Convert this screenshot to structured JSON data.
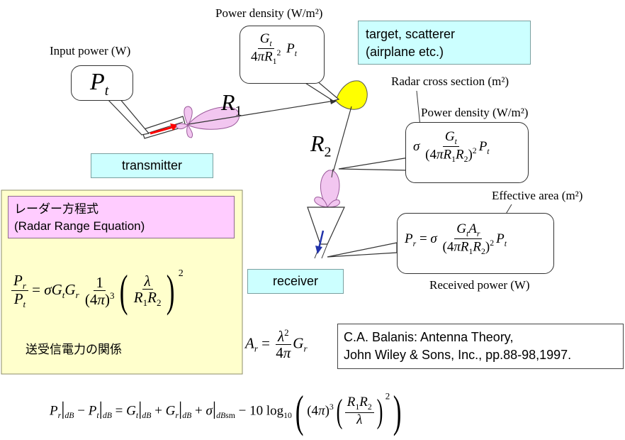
{
  "labels": {
    "input_power": "Input power (W)",
    "power_density_top": "Power density (W/m²)",
    "target_line1": "target, scatterer",
    "target_line2": "(airplane etc.)",
    "radar_cross_section": "Radar cross section (m²)",
    "power_density_right": "Power density (W/m²)",
    "transmitter": "transmitter",
    "effective_area": "Effective area (m²)",
    "receiver": "receiver",
    "received_power": "Received power (W)"
  },
  "equation_box": {
    "title_jp": "レーダー方程式",
    "title_en": "(Radar Range Equation)",
    "caption_jp": "送受信電力の関係"
  },
  "reference": {
    "line1": "C.A. Balanis: Antenna Theory,",
    "line2": "John Wiley & Sons, Inc., pp.88-98,1997."
  },
  "symbols": {
    "r1": "R",
    "r1_sub": "1",
    "r2": "R",
    "r2_sub": "2",
    "pt": "P",
    "pt_sub": "t"
  },
  "colors": {
    "target": "#ffff00",
    "lobe": "#f2c6f0",
    "lobe_stroke": "#9a5a9a",
    "arrow_red": "#ff0000",
    "arrow_blue": "#2233aa",
    "cyan_box": "#ccffff",
    "pink_box": "#ffccff",
    "yellow_box": "#ffffcc"
  }
}
